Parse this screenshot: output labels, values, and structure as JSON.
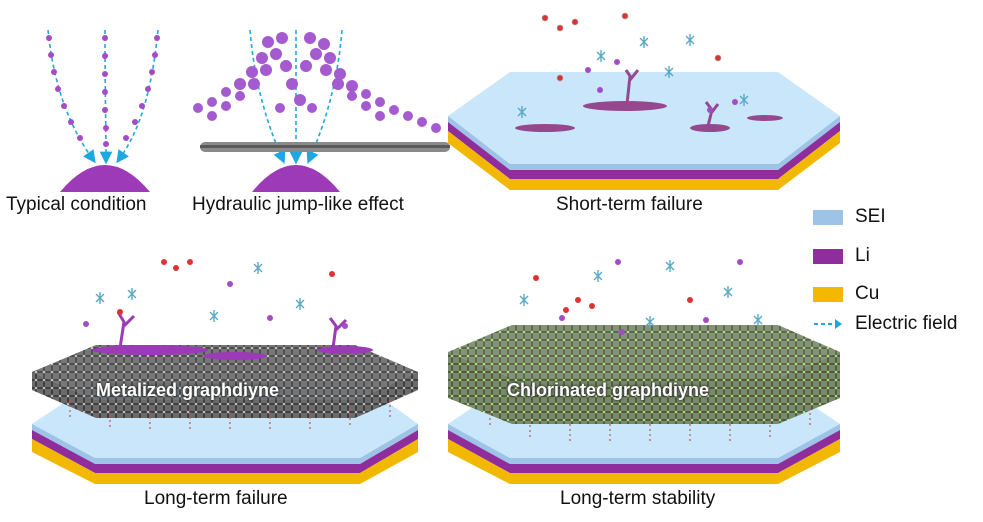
{
  "captions": {
    "typical": "Typical condition",
    "hydraulic": "Hydraulic jump-like effect",
    "short_term": "Short-term failure",
    "long_term_failure": "Long-term failure",
    "long_term_stability": "Long-term stability"
  },
  "overlays": {
    "metalized": "Metalized graphdiyne",
    "chlorinated": "Chlorinated graphdiyne"
  },
  "legend": [
    {
      "label": "SEI",
      "color": "#9dc3e6"
    },
    {
      "label": "Li",
      "color": "#8e2d9b"
    },
    {
      "label": "Cu",
      "color": "#f2b800"
    },
    {
      "label": "Electric field",
      "color": "#1ea7e1"
    }
  ],
  "colors": {
    "sei": "#bfe0f7",
    "li": "#8e2d9b",
    "li_ion": "#a24cc6",
    "cu": "#f2b800",
    "field": "#1ea7e1",
    "graphdiyne_metalized": "#555555",
    "graphdiyne_chlorinated": "#6a8a4e"
  }
}
